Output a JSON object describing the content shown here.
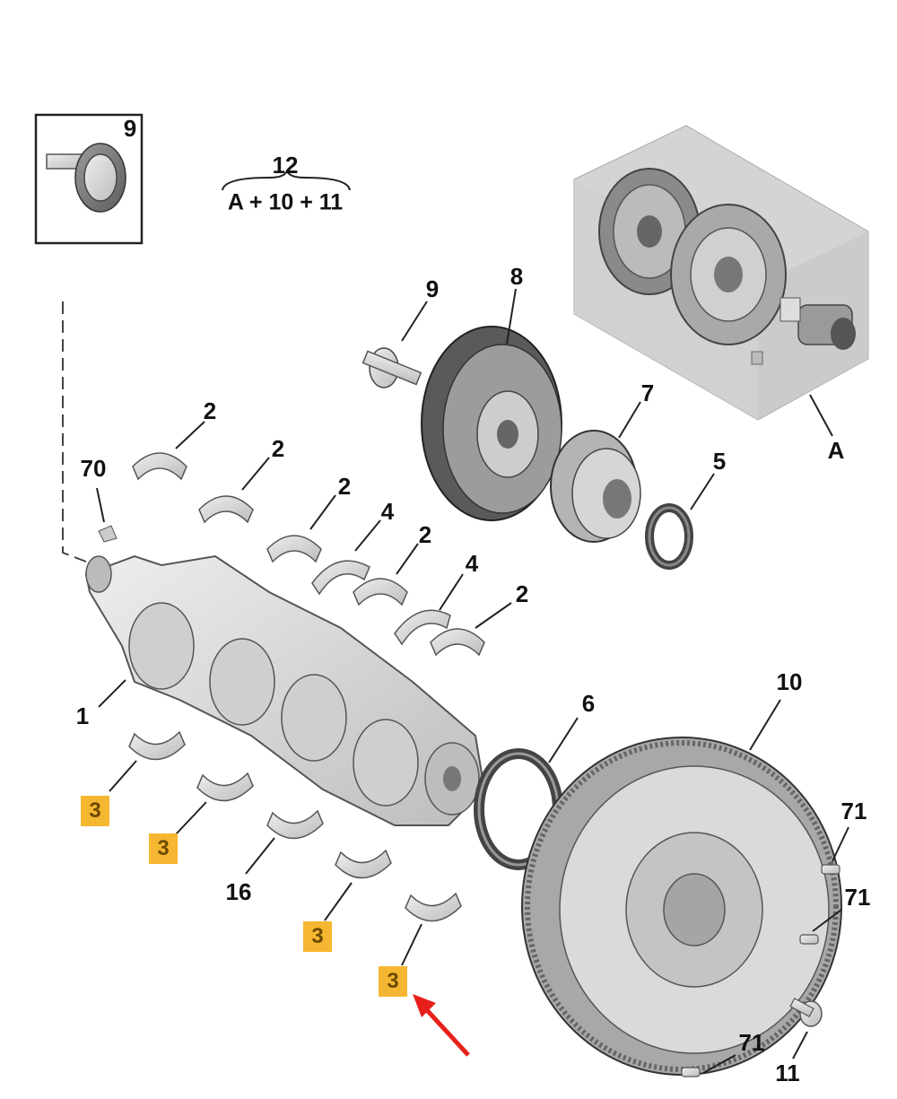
{
  "inset": {
    "label": "9"
  },
  "kit": {
    "number": "12",
    "formula": "A + 10 + 11"
  },
  "labels": {
    "p1": "1",
    "p2": "2",
    "p4": "4",
    "p5": "5",
    "p6": "6",
    "p7": "7",
    "p8": "8",
    "p9": "9",
    "p10": "10",
    "p11": "11",
    "p16": "16",
    "p70": "70",
    "p71": "71",
    "pA": "A"
  },
  "highlighted": {
    "p3": "3"
  },
  "colors": {
    "highlight": "#f5b731",
    "highlight_text": "#6e4a00",
    "arrow": "#e8201c",
    "part_fill": "#d9d9d9",
    "part_stroke": "#444444"
  },
  "icons": [
    "red-arrow-icon"
  ]
}
